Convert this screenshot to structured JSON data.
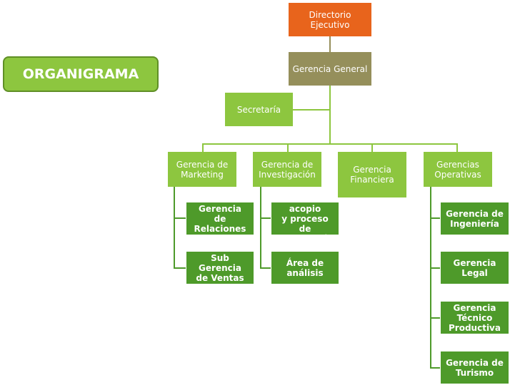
{
  "title": "ORGANIGRAMA",
  "colors": {
    "director": "#e8641c",
    "general": "#958f5b",
    "light_green": "#8dc63f",
    "dark_green": "#4e9a2a"
  },
  "nodes": {
    "directorio": "Directorio\nEjecutivo",
    "gerencia_general": "Gerencia General",
    "secretaria": "Secretaría",
    "marketing": "Gerencia de\nMarketing",
    "investigacion": "Gerencia de\nInvestigación",
    "financiera": "Gerencia\nFinanciera",
    "operativas": "Gerencias\nOperativas",
    "relaciones_politicas": "Sub Gerencia\nde Relaciones\nPolíticas",
    "ventas": "Sub Gerencia\nde Ventas",
    "acopio": "Área de acopio\ny proceso de\ninformación",
    "analisis": "Área de análisis",
    "ingenieria": "Gerencia de\nIngeniería",
    "legal": "Gerencia Legal",
    "tecnico_productiva": "Gerencia\nTécnico\nProductiva",
    "turismo": "Gerencia de\nTurismo"
  }
}
